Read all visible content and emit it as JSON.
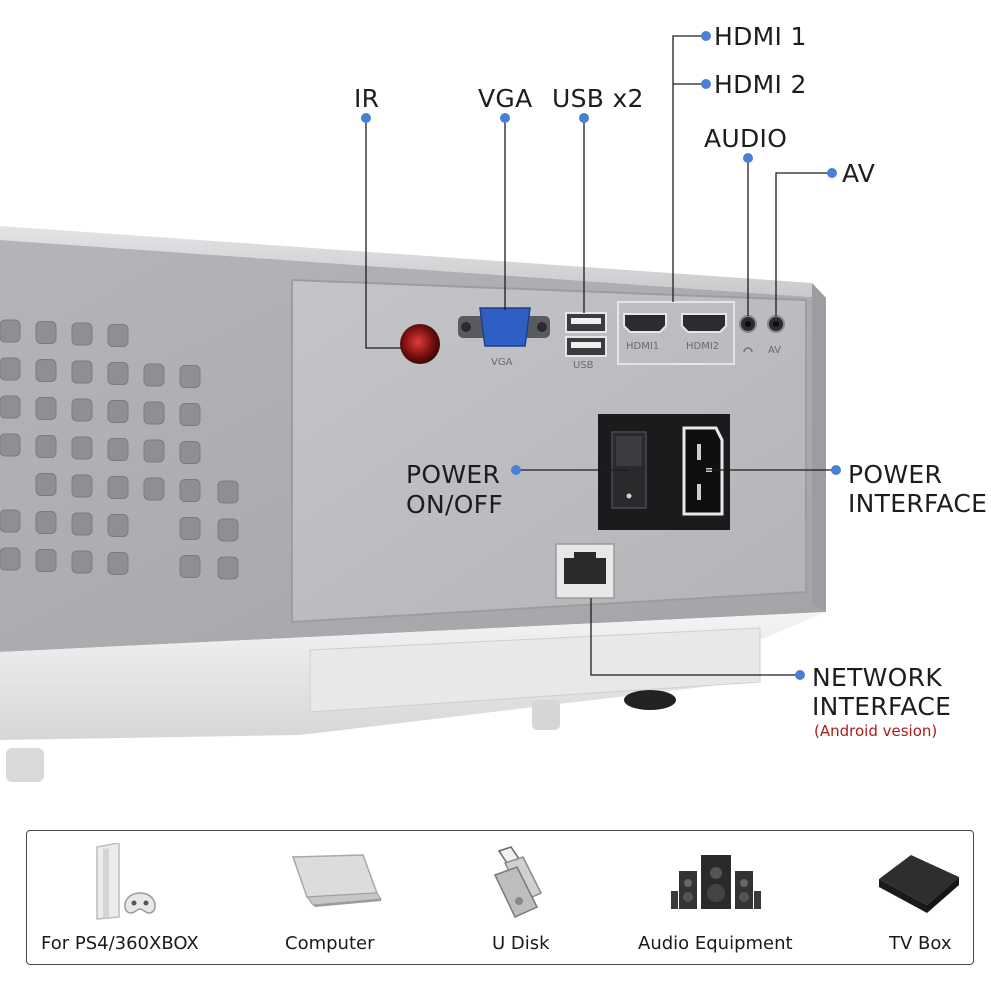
{
  "callouts": {
    "ir": "IR",
    "vga": "VGA",
    "usb": "USB x2",
    "hdmi1": "HDMI 1",
    "hdmi2": "HDMI 2",
    "audio": "AUDIO",
    "av": "AV",
    "power_switch_line1": "POWER",
    "power_switch_line2": "ON/OFF",
    "power_interface_line1": "POWER",
    "power_interface_line2": "INTERFACE",
    "network_line1": "NETWORK",
    "network_line2": "INTERFACE",
    "network_note": "(Android vesion)"
  },
  "port_labels": {
    "vga": "VGA",
    "usb": "USB",
    "hdmi1": "HDMI1",
    "hdmi2": "HDMI2",
    "av": "AV"
  },
  "devices": [
    {
      "label": "For PS4/360XBOX",
      "icon": "game-console-icon"
    },
    {
      "label": "Computer",
      "icon": "laptop-icon"
    },
    {
      "label": "U Disk",
      "icon": "usb-drive-icon"
    },
    {
      "label": "Audio Equipment",
      "icon": "speaker-system-icon"
    },
    {
      "label": "TV Box",
      "icon": "tv-box-icon"
    }
  ],
  "colors": {
    "callout_dot": "#4a7fd6",
    "note_red": "#b01a1a",
    "vga_blue": "#2f5fc4"
  }
}
